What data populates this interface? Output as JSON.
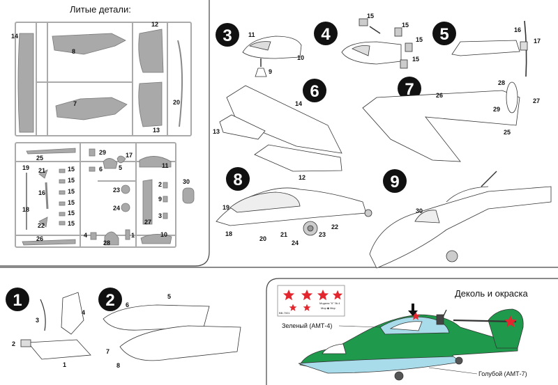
{
  "sprue_title": "Литые детали:",
  "decal_title": "Деколь и окраска",
  "color_green": "Зеленый (АМТ-4)",
  "color_blue": "Голубой (АМТ-7)",
  "steps": [
    "1",
    "2",
    "3",
    "4",
    "5",
    "6",
    "7",
    "8",
    "9"
  ],
  "decal_sheet_text": [
    "Моделя \"К\" № 4",
    "Мир ◆ Мир",
    "ВВ-7001"
  ],
  "colors": {
    "green": "#1f9a4c",
    "blue": "#a9dcea",
    "grey": "#a9a9a9",
    "star": "#e3262d",
    "outline": "#333333"
  },
  "sprue_parts": {
    "p14": "14",
    "p8": "8",
    "p12": "12",
    "p7": "7",
    "p13": "13",
    "p20": "20",
    "p25": "25",
    "p29": "29",
    "p17": "17",
    "p5": "5",
    "p6": "6",
    "p11": "11",
    "p19": "19",
    "p21": "21",
    "p16": "16",
    "p18": "18",
    "p22": "22",
    "p26": "26",
    "p15a": "15",
    "p15b": "15",
    "p15c": "15",
    "p15d": "15",
    "p15e": "15",
    "p15f": "15",
    "p23": "23",
    "p24": "24",
    "p2": "2",
    "p9": "9",
    "p3": "3",
    "p27": "27",
    "p30": "30",
    "p4": "4",
    "p28": "28",
    "p1": "1",
    "p10": "10"
  },
  "callouts": {
    "s3_11": "11",
    "s3_10": "10",
    "s3_9": "9",
    "s4_15a": "15",
    "s4_15b": "15",
    "s4_15c": "15",
    "s4_15d": "15",
    "s5_16": "16",
    "s5_17": "17",
    "s6_14": "14",
    "s6_13": "13",
    "s6_12": "12",
    "s7_26": "26",
    "s7_28": "28",
    "s7_29": "29",
    "s7_27": "27",
    "s7_25": "25",
    "s8_19": "19",
    "s8_18": "18",
    "s8_20": "20",
    "s8_21": "21",
    "s8_24": "24",
    "s8_23": "23",
    "s8_22": "22",
    "s9_30": "30",
    "s1_4": "4",
    "s1_3": "3",
    "s1_2": "2",
    "s1_1": "1",
    "s2_6": "6",
    "s2_5": "5",
    "s2_7": "7",
    "s2_8": "8"
  }
}
